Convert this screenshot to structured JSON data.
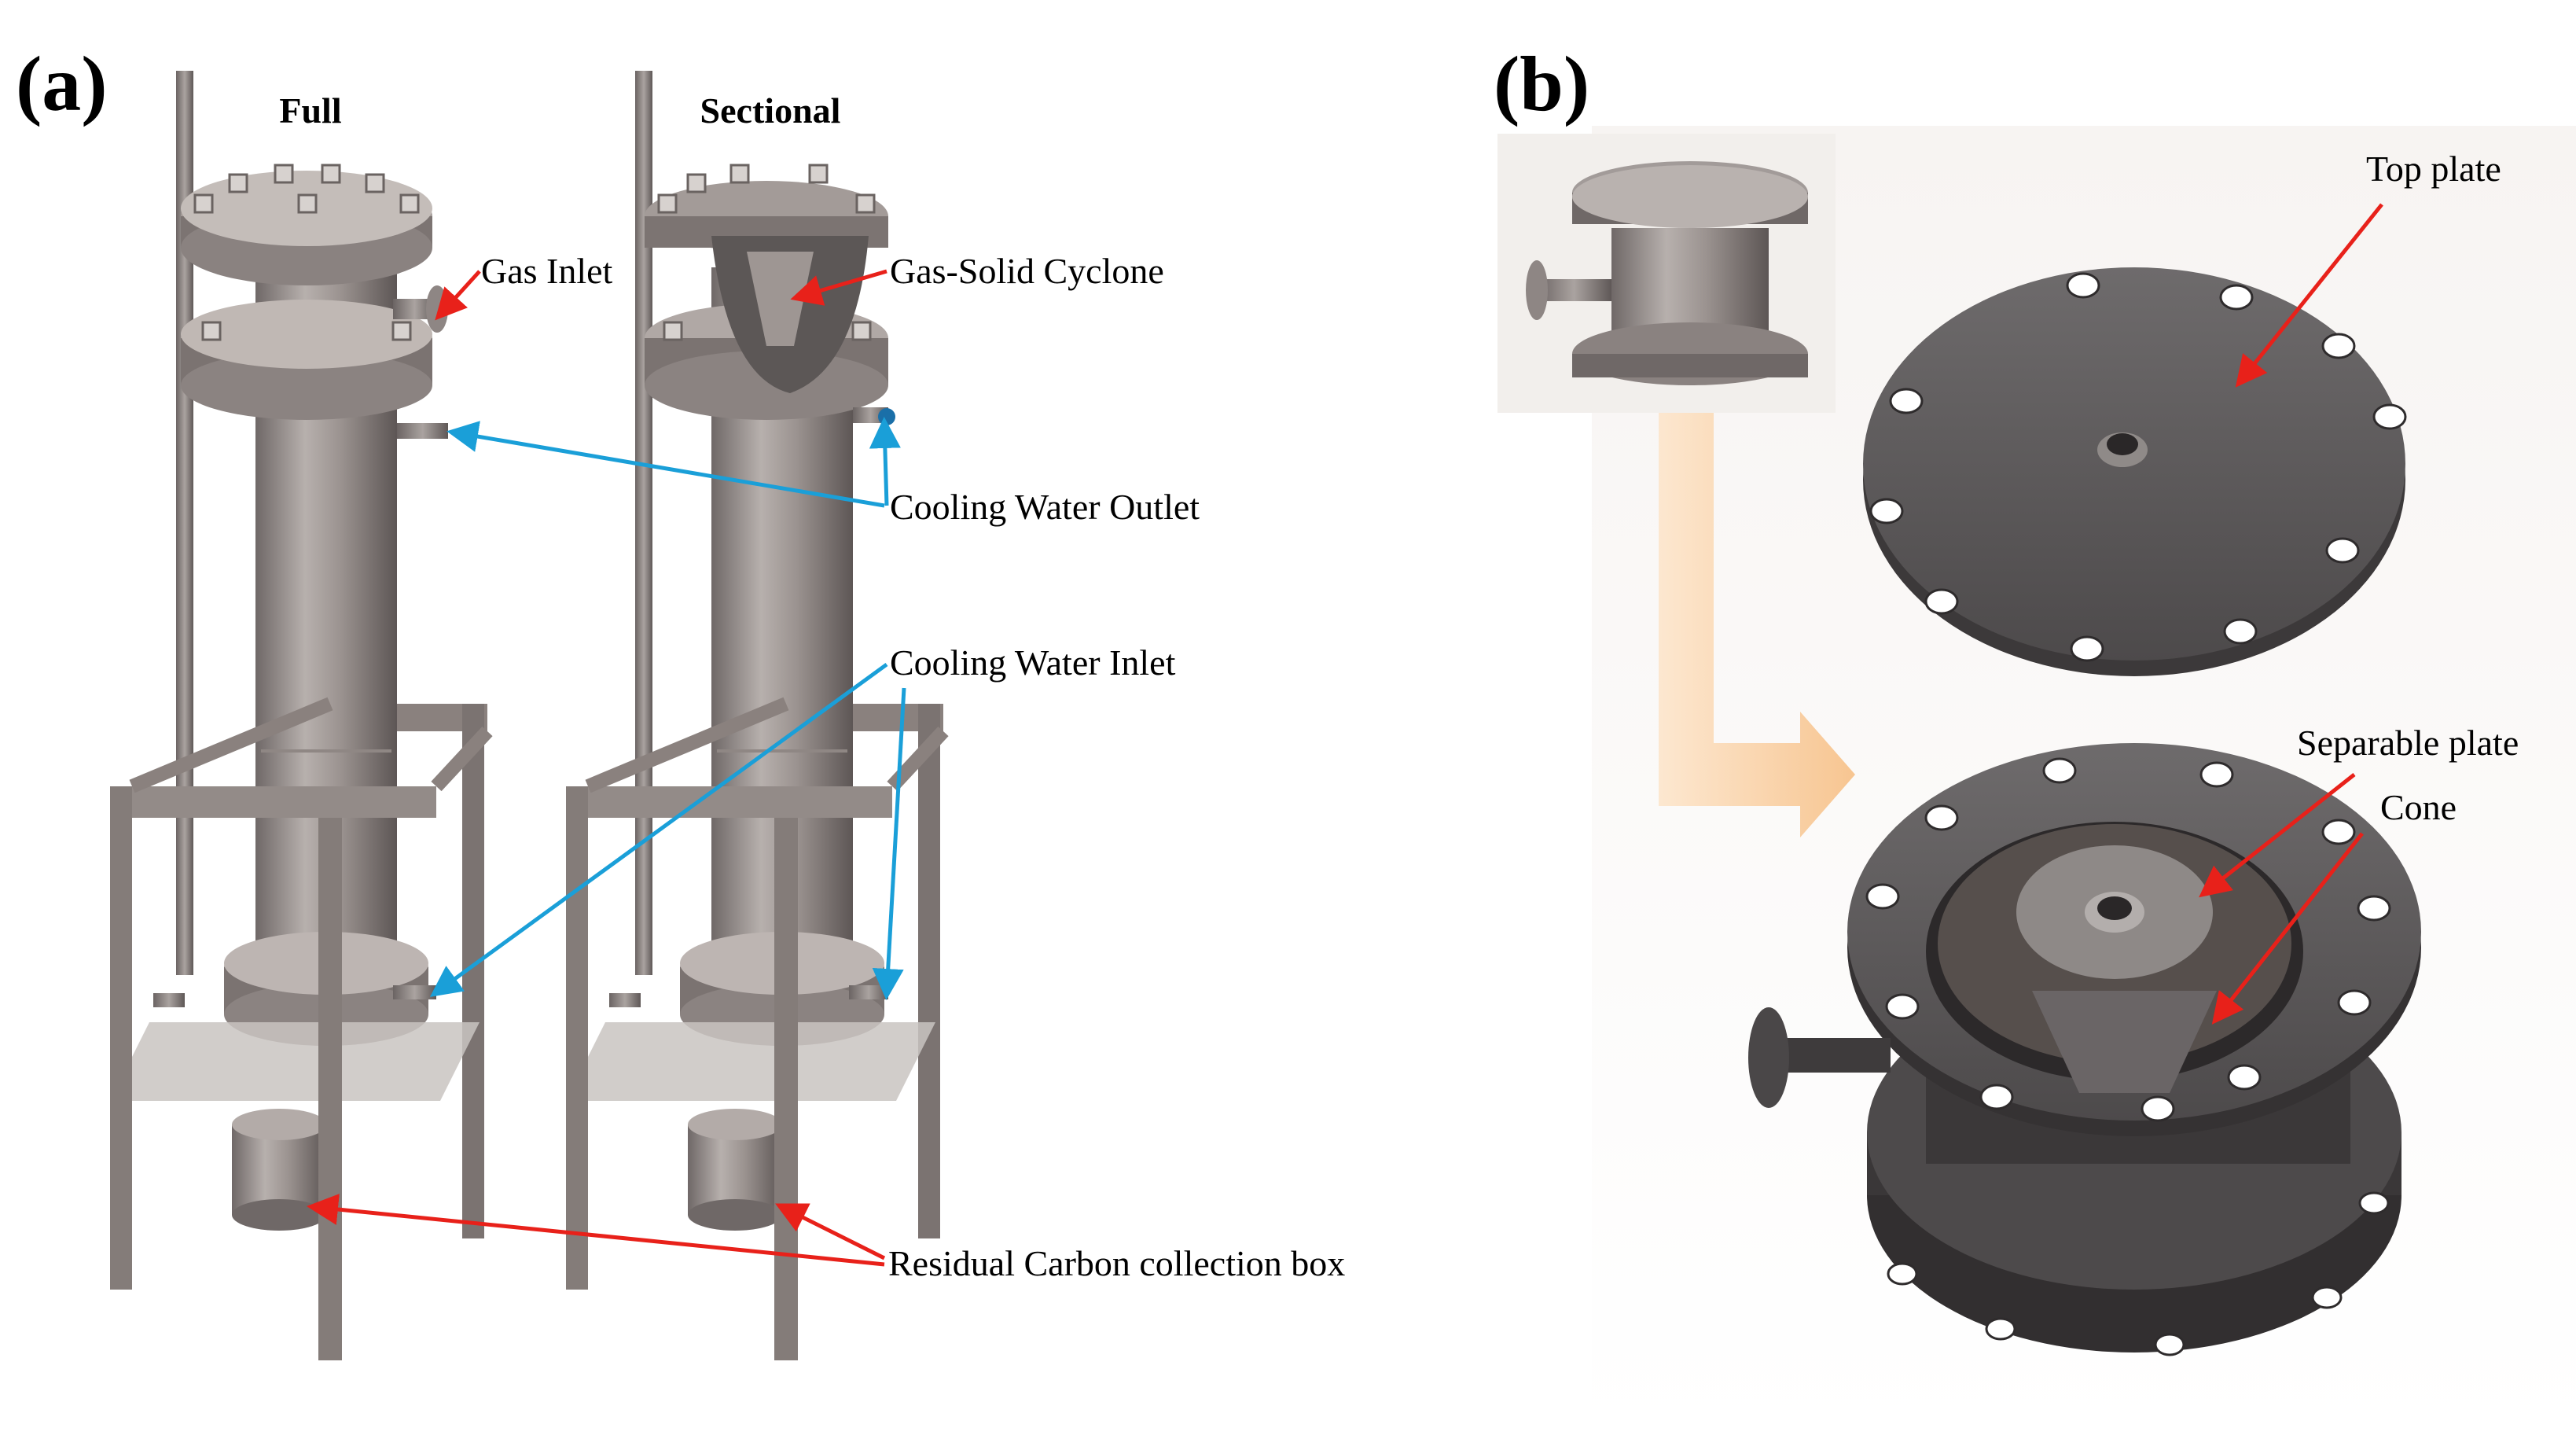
{
  "panel_a": {
    "label": "(a)",
    "views": {
      "full": "Full",
      "sectional": "Sectional"
    },
    "callouts": {
      "gas_inlet": "Gas Inlet",
      "gas_solid_cyclone": "Gas-Solid Cyclone",
      "cooling_water_outlet": "Cooling Water Outlet",
      "cooling_water_inlet": "Cooling Water Inlet",
      "residual_carbon_box": "Residual Carbon collection box"
    }
  },
  "panel_b": {
    "label": "(b)",
    "callouts": {
      "top_plate": "Top plate",
      "separable_plate": "Separable plate",
      "cone": "Cone"
    }
  },
  "colors": {
    "steel": "#8c8480",
    "steel_dark": "#5e5857",
    "steel_light": "#c9c4c0",
    "red_arrow": "#e8211a",
    "blue_arrow": "#1a9fd8",
    "orange_arrow": "#f7c79a"
  }
}
